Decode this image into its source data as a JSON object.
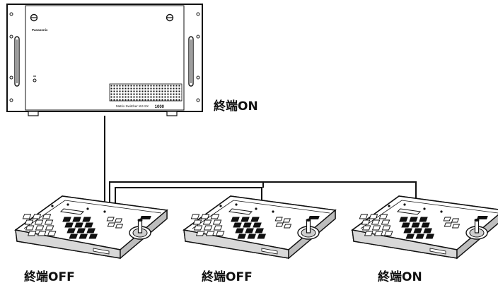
{
  "recorder": {
    "brand": "Panasonic",
    "model_text": "Matrix Switcher WJ-SX",
    "model_number": "1000",
    "termination_label": "終端ON"
  },
  "controllers": [
    {
      "termination_label": "終端OFF"
    },
    {
      "termination_label": "終端OFF"
    },
    {
      "termination_label": "終端ON"
    }
  ],
  "icons": [
    "system-unit-rack",
    "keyboard-controller",
    "joystick",
    "rack-handle",
    "vent-grille",
    "screw"
  ]
}
